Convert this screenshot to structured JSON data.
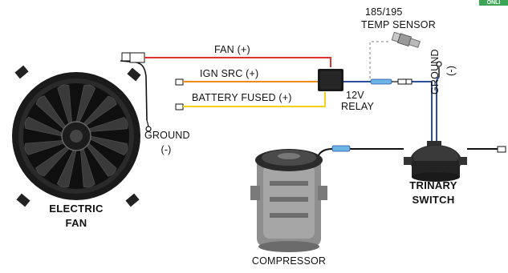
{
  "labels": {
    "fan_pos": "FAN (+)",
    "ign_src": "IGN SRC (+)",
    "battery_fused": "BATTERY FUSED (+)",
    "relay_voltage": "12V",
    "relay": "RELAY",
    "temp_value": "185/195",
    "temp_sensor": "TEMP SENSOR",
    "ground_vertical": "GROUND",
    "ground_vertical_sign": "(-)",
    "ground_fan": "GROUND",
    "ground_fan_sign": "(-)",
    "trinary_1": "TRINARY",
    "trinary_2": "SWITCH",
    "electric_fan_1": "ELECTRIC",
    "electric_fan_2": "FAN",
    "compressor": "COMPRESSOR",
    "corner_badge": "ONLI"
  },
  "colors": {
    "fan_wire": "#e03030",
    "ign_wire": "#f08a1e",
    "battery_wire": "#f4d21a",
    "ac_wire": "#2b4ea0",
    "sensor_wire": "#9a9a9a",
    "line_black": "#111111",
    "accent_badge": "#3aa655"
  }
}
